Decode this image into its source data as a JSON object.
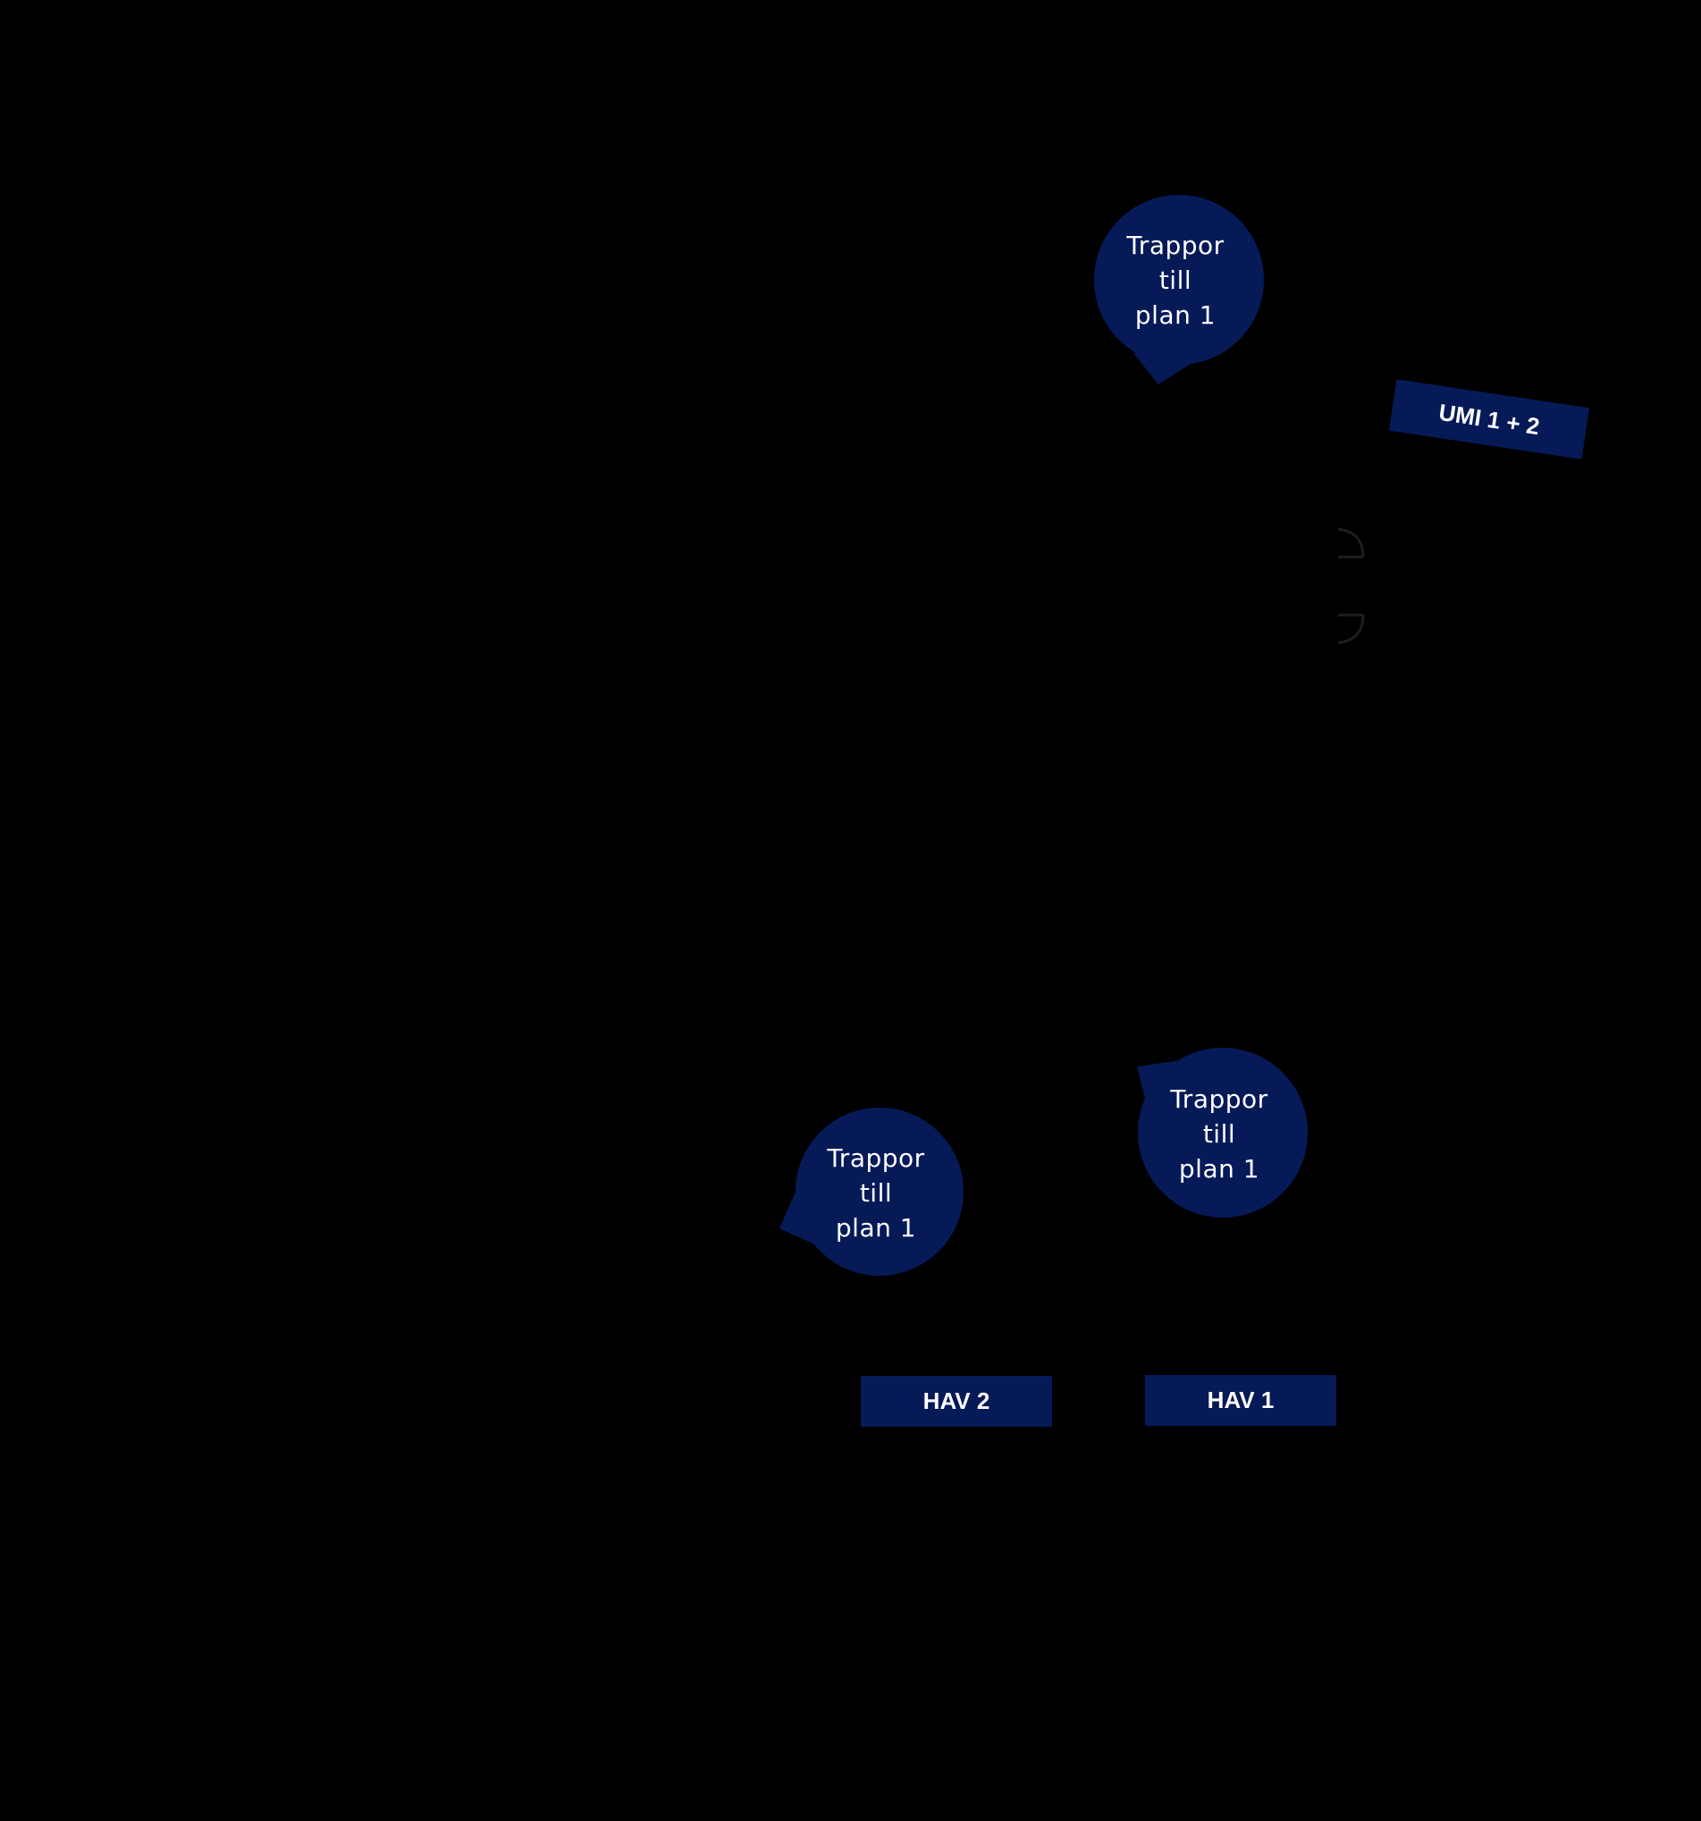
{
  "colors": {
    "background": "#000000",
    "marker_fill": "#061a58",
    "label_fill": "#061a58",
    "text": "#ffffff",
    "outline": "#1e1e1e"
  },
  "markers": [
    {
      "id": "top",
      "lines": [
        "Trappor",
        "till",
        "plan 1"
      ]
    },
    {
      "id": "right",
      "lines": [
        "Trappor",
        "till",
        "plan 1"
      ]
    },
    {
      "id": "left",
      "lines": [
        "Trappor",
        "till",
        "plan 1"
      ]
    }
  ],
  "labels": {
    "umi": "UMI 1 + 2",
    "hav1": "HAV 1",
    "hav2": "HAV 2"
  }
}
